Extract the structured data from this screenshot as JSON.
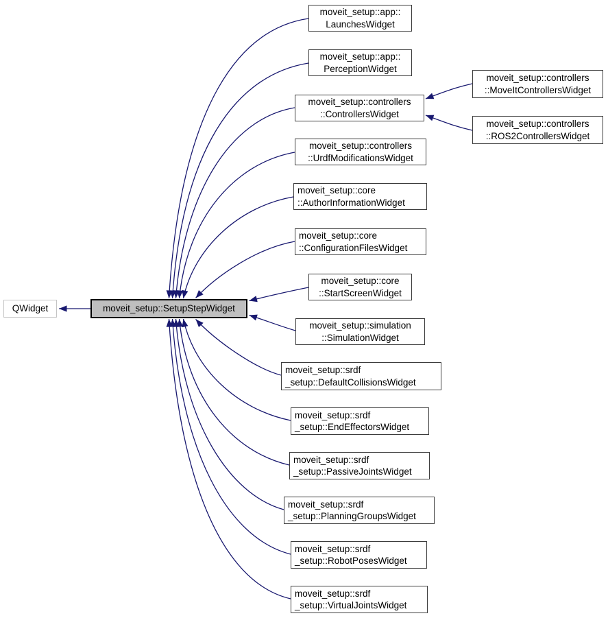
{
  "diagram": {
    "type": "doxygen-inheritance-graph",
    "colors": {
      "edge": "#191970",
      "node_background": "#ffffff",
      "node_border": "#3c3c3c",
      "current_node_background": "#bfbfbf",
      "current_node_border": "#000000",
      "external_node_border": "#c4c4c4",
      "text": "#000000"
    },
    "nodes": {
      "qwidget": {
        "label": "QWidget"
      },
      "setup_step": {
        "label": "moveit_setup::SetupStepWidget"
      },
      "launches": {
        "line1": "moveit_setup::app::",
        "line2": "LaunchesWidget"
      },
      "perception": {
        "line1": "moveit_setup::app::",
        "line2": "PerceptionWidget"
      },
      "controllers": {
        "line1": "moveit_setup::controllers",
        "line2": "::ControllersWidget"
      },
      "moveit_controllers": {
        "line1": "moveit_setup::controllers",
        "line2": "::MoveItControllersWidget"
      },
      "ros2_controllers": {
        "line1": "moveit_setup::controllers",
        "line2": "::ROS2ControllersWidget"
      },
      "urdf_modifications": {
        "line1": "moveit_setup::controllers",
        "line2": "::UrdfModificationsWidget"
      },
      "author_information": {
        "line1": "moveit_setup::core",
        "line2": "::AuthorInformationWidget"
      },
      "configuration_files": {
        "line1": "moveit_setup::core",
        "line2": "::ConfigurationFilesWidget"
      },
      "start_screen": {
        "line1": "moveit_setup::core",
        "line2": "::StartScreenWidget"
      },
      "simulation": {
        "line1": "moveit_setup::simulation",
        "line2": "::SimulationWidget"
      },
      "default_collisions": {
        "line1": "moveit_setup::srdf",
        "line2": "_setup::DefaultCollisionsWidget"
      },
      "end_effectors": {
        "line1": "moveit_setup::srdf",
        "line2": "_setup::EndEffectorsWidget"
      },
      "passive_joints": {
        "line1": "moveit_setup::srdf",
        "line2": "_setup::PassiveJointsWidget"
      },
      "planning_groups": {
        "line1": "moveit_setup::srdf",
        "line2": "_setup::PlanningGroupsWidget"
      },
      "robot_poses": {
        "line1": "moveit_setup::srdf",
        "line2": "_setup::RobotPosesWidget"
      },
      "virtual_joints": {
        "line1": "moveit_setup::srdf",
        "line2": "_setup::VirtualJointsWidget"
      }
    },
    "edges": [
      {
        "from": "moveit_setup::SetupStepWidget",
        "to": "QWidget"
      },
      {
        "from": "moveit_setup::app::LaunchesWidget",
        "to": "moveit_setup::SetupStepWidget"
      },
      {
        "from": "moveit_setup::app::PerceptionWidget",
        "to": "moveit_setup::SetupStepWidget"
      },
      {
        "from": "moveit_setup::controllers::ControllersWidget",
        "to": "moveit_setup::SetupStepWidget"
      },
      {
        "from": "moveit_setup::controllers::UrdfModificationsWidget",
        "to": "moveit_setup::SetupStepWidget"
      },
      {
        "from": "moveit_setup::core::AuthorInformationWidget",
        "to": "moveit_setup::SetupStepWidget"
      },
      {
        "from": "moveit_setup::core::ConfigurationFilesWidget",
        "to": "moveit_setup::SetupStepWidget"
      },
      {
        "from": "moveit_setup::core::StartScreenWidget",
        "to": "moveit_setup::SetupStepWidget"
      },
      {
        "from": "moveit_setup::simulation::SimulationWidget",
        "to": "moveit_setup::SetupStepWidget"
      },
      {
        "from": "moveit_setup::srdf_setup::DefaultCollisionsWidget",
        "to": "moveit_setup::SetupStepWidget"
      },
      {
        "from": "moveit_setup::srdf_setup::EndEffectorsWidget",
        "to": "moveit_setup::SetupStepWidget"
      },
      {
        "from": "moveit_setup::srdf_setup::PassiveJointsWidget",
        "to": "moveit_setup::SetupStepWidget"
      },
      {
        "from": "moveit_setup::srdf_setup::PlanningGroupsWidget",
        "to": "moveit_setup::SetupStepWidget"
      },
      {
        "from": "moveit_setup::srdf_setup::RobotPosesWidget",
        "to": "moveit_setup::SetupStepWidget"
      },
      {
        "from": "moveit_setup::srdf_setup::VirtualJointsWidget",
        "to": "moveit_setup::SetupStepWidget"
      },
      {
        "from": "moveit_setup::controllers::MoveItControllersWidget",
        "to": "moveit_setup::controllers::ControllersWidget"
      },
      {
        "from": "moveit_setup::controllers::ROS2ControllersWidget",
        "to": "moveit_setup::controllers::ControllersWidget"
      }
    ]
  }
}
